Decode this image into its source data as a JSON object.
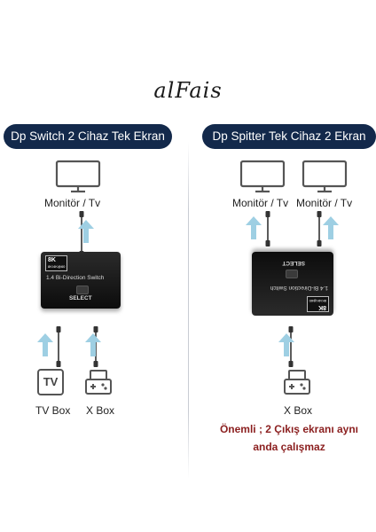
{
  "brand": "alFais",
  "left": {
    "title": "Dp Switch 2 Cihaz Tek Ekran",
    "monitor_label": "Monitör / Tv",
    "device": {
      "badge_top": "8K",
      "badge_bottom": "8K/4K@60",
      "model": "1.4 Bi-Direction Switch",
      "select": "SELECT"
    },
    "source_labels": [
      "TV Box",
      "X Box"
    ],
    "tvbox_icon_text": "TV"
  },
  "right": {
    "title": "Dp Spitter Tek Cihaz 2 Ekran",
    "monitor_labels": [
      "Monitör / Tv",
      "Monitör / Tv"
    ],
    "device": {
      "badge_top": "8K",
      "badge_bottom": "8K/4K@60",
      "model": "1.4 Bi-Direction Switch",
      "select": "SELECT"
    },
    "source_label": "X Box",
    "warning_lines": [
      "Önemli ; 2 Çıkış ekranı aynı",
      "anda çalışmaz"
    ]
  },
  "colors": {
    "pill_bg": "#13294b",
    "arrow": "#9ecfe3",
    "warning": "#8b1f1f"
  }
}
